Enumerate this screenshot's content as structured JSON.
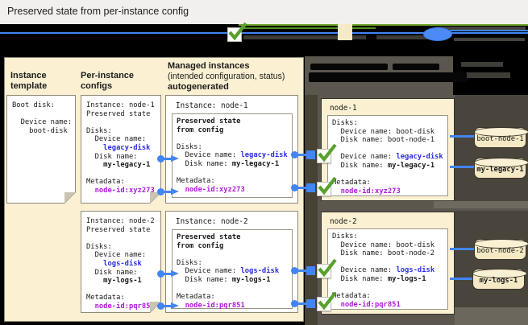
{
  "title": "Preserved state from per-instance config",
  "columns": {
    "template": "Instance\ntemplate",
    "configs": "Per-instance\nconfigs",
    "managed_1": "Managed instances",
    "managed_2": "(intended configuration, status)",
    "managed_3": "autogenerated"
  },
  "template_doc": {
    "boot": "Boot disk:",
    "device_label": "  Device name:",
    "device_value": "    boot-disk"
  },
  "config1": {
    "instance": "Instance: node-1",
    "state": "Preserved state",
    "disks": "Disks:",
    "dev_l": "  Device name:",
    "dev_v": "    legacy-disk",
    "disk_l": "  Disk name:",
    "disk_v": "    my-legacy-1",
    "meta": "Metadata:",
    "meta_v": "  node-id:xyz273"
  },
  "config2": {
    "instance": "Instance: node-2",
    "state": "Preserved state",
    "disks": "Disks:",
    "dev_l": "  Device name:",
    "dev_v": "    logs-disk",
    "disk_l": "  Disk name:",
    "disk_v": "    my-logs-1",
    "meta": "Metadata:",
    "meta_v": "  node-id:pqr851"
  },
  "managed1": {
    "header": "Instance: node-1",
    "s1": "Preserved state",
    "s2": "from config",
    "disks": "Disks:",
    "dev_l": "  Device name: ",
    "dev_v": "legacy-disk",
    "disk_l": "  Disk name: ",
    "disk_v": "my-legacy-1",
    "meta": "Metadata:",
    "meta_i": "  ",
    "meta_v": "node-id:xyz273"
  },
  "managed2": {
    "header": "Instance: node-2",
    "s1": "Preserved state",
    "s2": "from config",
    "disks": "Disks:",
    "dev_l": "  Device name: ",
    "dev_v": "logs-disk",
    "disk_l": "  Disk name: ",
    "disk_v": "my-logs-1",
    "meta": "Metadata:",
    "meta_i": "  ",
    "meta_v": "node-id:pqr851"
  },
  "vm1": {
    "name": "node-1",
    "disks": "Disks:",
    "boot_dev": "  Device name: boot-disk",
    "boot_disk": "  Disk name: boot-node-1",
    "dev_l": "  Device name: ",
    "dev_v": "legacy-disk",
    "disk_l": "  Disk name: ",
    "disk_v": "my-legacy-1",
    "meta": "Metadata:",
    "meta_i": "  ",
    "meta_v": "node-id:xyz273"
  },
  "vm2": {
    "name": "node-2",
    "disks": "Disks:",
    "boot_dev": "  Device name: boot-disk",
    "boot_disk": "  Disk name: boot-node-2",
    "dev_l": "  Device name: ",
    "dev_v": "logs-disk",
    "disk_l": "  Disk name: ",
    "disk_v": "my-logs-1",
    "meta": "Metadata:",
    "meta_i": "  ",
    "meta_v": "node-id:pqr851"
  },
  "disks": [
    {
      "label": "boot-node-1"
    },
    {
      "label": "my-legacy-1"
    },
    {
      "label": "boot-node-2"
    },
    {
      "label": "my-logs-1"
    }
  ],
  "colors": {
    "panel_beige": "#fbf1d2",
    "panel_gray": "#5b574f",
    "connector_blue": "#4285f4",
    "check_green": "#58a12c",
    "value_blue": "#2b2be8",
    "value_magenta": "#b019dd"
  }
}
